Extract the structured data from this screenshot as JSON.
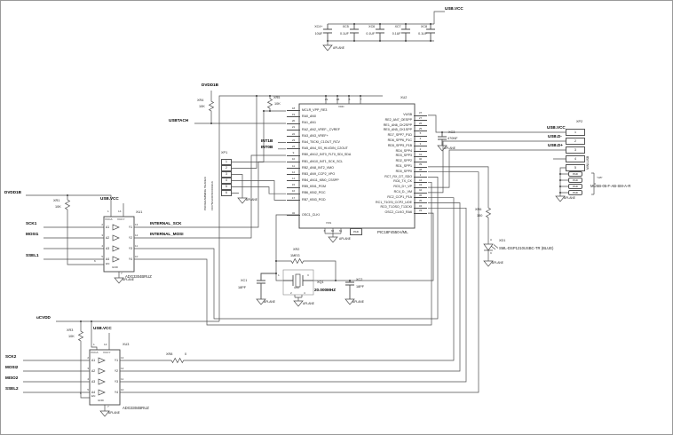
{
  "nets": {
    "usb_vcc": "USB.VCC",
    "usb_dm": "USB.D-",
    "usb_dp": "USB.D+",
    "aplane": "APLANE",
    "dvdd1b": "DVDD1B",
    "ucvdd": "uCVDD",
    "usbtach": "USBTACH",
    "int1b": "INT1B",
    "int0b": "INT0B",
    "internal_sck": "INTERNAL_SCK",
    "internal_mosi": "INTERNAL_MOSI",
    "sck1": "SCK1",
    "mosi1": "MOSI1",
    "ssel1": "SSEL1",
    "sck2": "SCK2",
    "mosi2": "MOSI2",
    "miso2": "MISO2",
    "ssel2": "SSEL2",
    "vdd": "VDD",
    "vss": "VSS",
    "pad": "PAD"
  },
  "cap_bank": {
    "items": [
      {
        "ref": "XC4",
        "pol": "+",
        "value": "10UF"
      },
      {
        "ref": "XC5",
        "pol": "",
        "value": "0.1UF"
      },
      {
        "ref": "XC6",
        "pol": "",
        "value": "0.1UF"
      },
      {
        "ref": "XC7",
        "pol": "",
        "value": "0.1UF"
      },
      {
        "ref": "XC8",
        "pol": "",
        "value": "0.1UF"
      }
    ]
  },
  "mcu": {
    "ref": "XU2",
    "part": "PIC18F4550-I/ML",
    "vdd_pins": [
      {
        "num": "29"
      },
      {
        "num": "28"
      },
      {
        "num": "8"
      },
      {
        "num": "7"
      }
    ],
    "vss_pins": [
      {
        "num": "6"
      },
      {
        "num": "30"
      },
      {
        "num": "31"
      }
    ],
    "left_pins": [
      {
        "num": "18",
        "name": "MCLR_VPP_RE3"
      },
      {
        "num": "19",
        "name": "RA0_AN0"
      },
      {
        "num": "20",
        "name": "RA1_AN1"
      },
      {
        "num": "21",
        "name": "RA2_AN2_VREF-_CVREF"
      },
      {
        "num": "22",
        "name": "RA3_AN3_VREF+"
      },
      {
        "num": "23",
        "name": "RA4_T0CKI_C1OUT_RCV"
      },
      {
        "num": "24",
        "name": "RA5_AN4_SS_HLVDIN_C2OUT"
      },
      {
        "num": "9",
        "name": "RB0_AN12_INT0_FLT0_SDI_SDA"
      },
      {
        "num": "10",
        "name": "RB1_AN10_INT1_SCK_SCL"
      },
      {
        "num": "11",
        "name": "RB2_AN8_INT2_VMO"
      },
      {
        "num": "12",
        "name": "RB3_AN9_CCP2_VPO"
      },
      {
        "num": "14",
        "name": "RB4_AN11_KBI0_CSSPP"
      },
      {
        "num": "15",
        "name": "RB5_KBI1_PGM"
      },
      {
        "num": "16",
        "name": "RB6_KBI2_PGC"
      },
      {
        "num": "17",
        "name": "RB7_KBI3_PGD"
      }
    ],
    "osc1": {
      "num": "32",
      "name": "OSC1_CLKI"
    },
    "right_pins": [
      {
        "num": "37",
        "name": "VUSB"
      },
      {
        "num": "27",
        "name": "RE2_AN7_OESPP"
      },
      {
        "num": "26",
        "name": "RE1_AN6_CK2SPP"
      },
      {
        "num": "25",
        "name": "RE0_AN5_CK1SPP"
      },
      {
        "num": "5",
        "name": "RD7_SPP7_P1D"
      },
      {
        "num": "4",
        "name": "RD6_SPP6_P1C"
      },
      {
        "num": "3",
        "name": "RD5_SPP5_P1B"
      },
      {
        "num": "2",
        "name": "RD4_SPP4"
      },
      {
        "num": "41",
        "name": "RD3_SPP3"
      },
      {
        "num": "40",
        "name": "RD2_SPP2"
      },
      {
        "num": "39",
        "name": "RD1_SPP1"
      },
      {
        "num": "38",
        "name": "RD0_SPP0"
      },
      {
        "num": "1",
        "name": "RC7_RX_DT_SDO"
      },
      {
        "num": "44",
        "name": "RC6_TX_CK"
      },
      {
        "num": "43",
        "name": "RC5_D+_VP"
      },
      {
        "num": "42",
        "name": "RC4_D-_VM"
      },
      {
        "num": "36",
        "name": "RC2_CCP1_P1A"
      },
      {
        "num": "35",
        "name": "RC1_T1OSI_CCP2_UOE"
      },
      {
        "num": "34",
        "name": "RC0_T1OSO_T13CKI"
      },
      {
        "num": "33",
        "name": "OSC2_CLKO_RA6"
      }
    ]
  },
  "xp1": {
    "ref": "XP1",
    "line1": "PROGRAMMING HEADER",
    "line2": "FCI75A1000SC00D91X",
    "pins": [
      {
        "num": "1"
      },
      {
        "num": "2"
      },
      {
        "num": "3"
      },
      {
        "num": "4"
      },
      {
        "num": "5"
      },
      {
        "num": "6"
      }
    ]
  },
  "xp2": {
    "ref": "XP2",
    "type": "MINI-USB",
    "part": "MUSB-05-F-AB-SM-A-R",
    "shield": "\"GB\"",
    "pins": [
      {
        "num": "1"
      },
      {
        "num": "2"
      },
      {
        "num": "3"
      },
      {
        "num": "4"
      },
      {
        "num": "5"
      }
    ],
    "pads": [
      {
        "num": "PAD"
      },
      {
        "num": "PAD"
      },
      {
        "num": "PAD"
      },
      {
        "num": "PAD"
      }
    ]
  },
  "xu1": {
    "ref": "XU1",
    "part": "ADG3304BRUZ",
    "vcca": "VCCA",
    "vccy": "VCCY",
    "pin1": "1",
    "pin14": "14",
    "en": "EN",
    "en_num": "6",
    "gnd": "GND",
    "pin7": "7",
    "left": [
      {
        "num": "2",
        "name": "A1"
      },
      {
        "num": "3",
        "name": "A2"
      },
      {
        "num": "4",
        "name": "A3"
      },
      {
        "num": "5",
        "name": "A4"
      }
    ],
    "right": [
      {
        "num": "13",
        "name": "Y1"
      },
      {
        "num": "12",
        "name": "Y2"
      },
      {
        "num": "11",
        "name": "Y3"
      },
      {
        "num": "10",
        "name": "Y4"
      }
    ]
  },
  "xu3": {
    "ref": "XU3",
    "part": "ADG3304BRUZ",
    "vcca": "VCCA",
    "vccy": "VCCY",
    "pin1": "1",
    "pin14": "14",
    "en": "EN",
    "en_num": "6",
    "gnd": "GND",
    "pin7": "7",
    "left": [
      {
        "num": "2",
        "name": "A1"
      },
      {
        "num": "3",
        "name": "A2"
      },
      {
        "num": "4",
        "name": "A3"
      },
      {
        "num": "5",
        "name": "A4"
      }
    ],
    "right": [
      {
        "num": "13",
        "name": "Y1"
      },
      {
        "num": "12",
        "name": "Y2"
      },
      {
        "num": "11",
        "name": "Y3"
      },
      {
        "num": "10",
        "name": "Y4"
      }
    ]
  },
  "resistors": {
    "xr1": {
      "ref": "XR1",
      "value": "10K"
    },
    "xr2": {
      "ref": "XR2",
      "value": "1MEG"
    },
    "xr3": {
      "ref": "XR3",
      "value": "10K"
    },
    "xr4": {
      "ref": "XR4",
      "value": "10K"
    },
    "xr5": {
      "ref": "XR5",
      "value": "10K"
    },
    "xr6": {
      "ref": "XR6",
      "value": "150"
    },
    "xr8": {
      "ref": "XR8",
      "value": "0"
    }
  },
  "caps": {
    "xc1": {
      "ref": "XC1",
      "value": "18PF"
    },
    "xc2": {
      "ref": "XC2",
      "value": "18PF"
    },
    "xc3": {
      "ref": "XC3",
      "value": "470NF"
    }
  },
  "crystal": {
    "ref": "XQ1",
    "value": "20.000MHZ",
    "pin1": "1",
    "pin2": "2",
    "pin3": "3",
    "pin4": "4",
    "gnd": "GND"
  },
  "led": {
    "ref": "XD1",
    "part": "SML-DSP1210USBC-TR (BLUE)",
    "a": "A",
    "c": "C"
  }
}
